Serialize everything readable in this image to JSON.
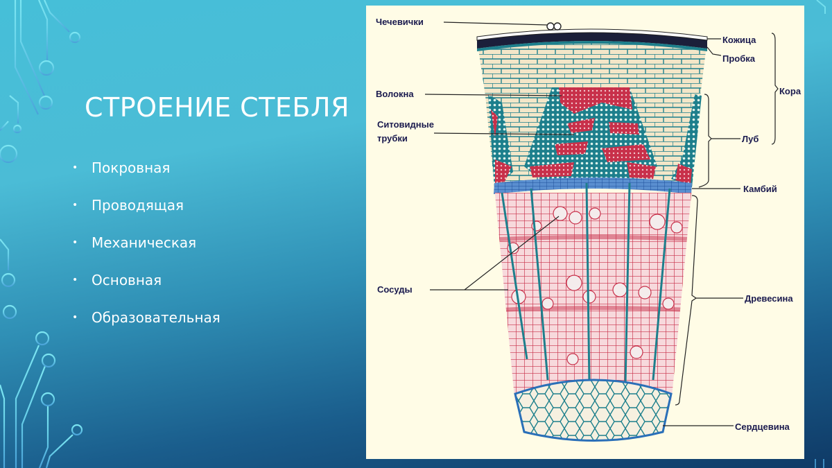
{
  "slide": {
    "title": "СТРОЕНИЕ СТЕБЛЯ",
    "bullets": [
      "Покровная",
      "Проводящая",
      "Механическая",
      "Основная",
      "Образовательная"
    ],
    "bullet_glyph": "•"
  },
  "figure": {
    "labels_left": {
      "lenticels": "Чечевички",
      "fibers": "Волокна",
      "sieve_tubes_line1": "Ситовидные",
      "sieve_tubes_line2": "трубки",
      "vessels": "Сосуды"
    },
    "labels_right": {
      "epidermis": "Кожица",
      "cork": "Пробка",
      "bark": "Кора",
      "phloem": "Луб",
      "cambium": "Камбий",
      "wood": "Древесина",
      "pith": "Сердцевина"
    }
  },
  "colors": {
    "bg_top": "#46bfd8",
    "bg_bottom": "#0f3a66",
    "circuit_top": "#7de6f2",
    "circuit_bottom": "#4aa3d9",
    "figure_bg": "#fffce6",
    "label_text": "#1a1a4e",
    "wood_red": "#c8304a",
    "tissue_teal": "#1d7f8c",
    "cambium_blue": "#2a6fb8",
    "bark_cells": "#f3e6c8"
  }
}
